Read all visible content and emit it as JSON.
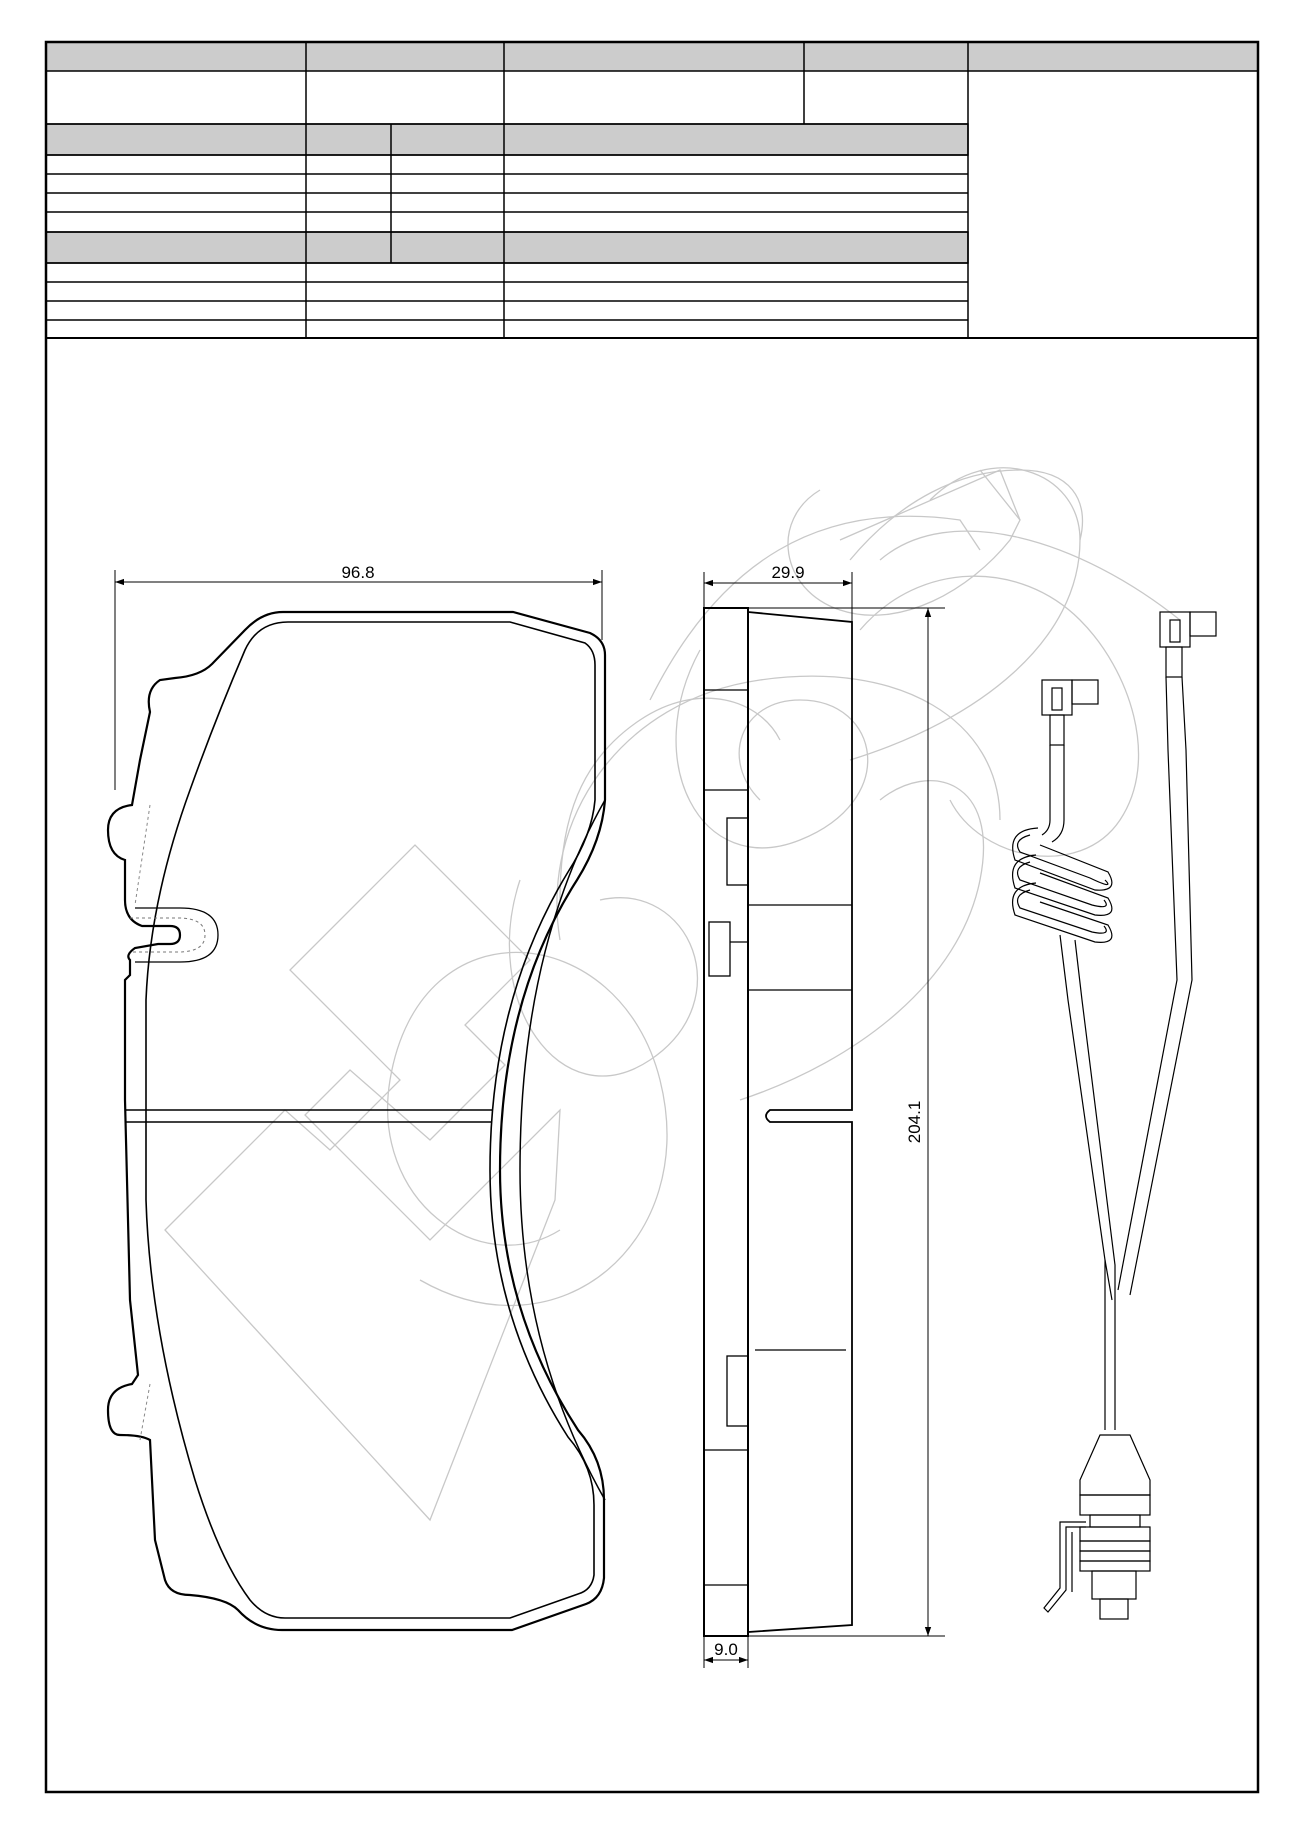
{
  "drawing": {
    "dimensions": {
      "width": "96.8",
      "thickness": "29.9",
      "height": "204.1",
      "backplate": "9.0"
    }
  },
  "colors": {
    "header_fill": "#cccccc",
    "line": "#000000",
    "watermark": "#c8c8c8"
  }
}
